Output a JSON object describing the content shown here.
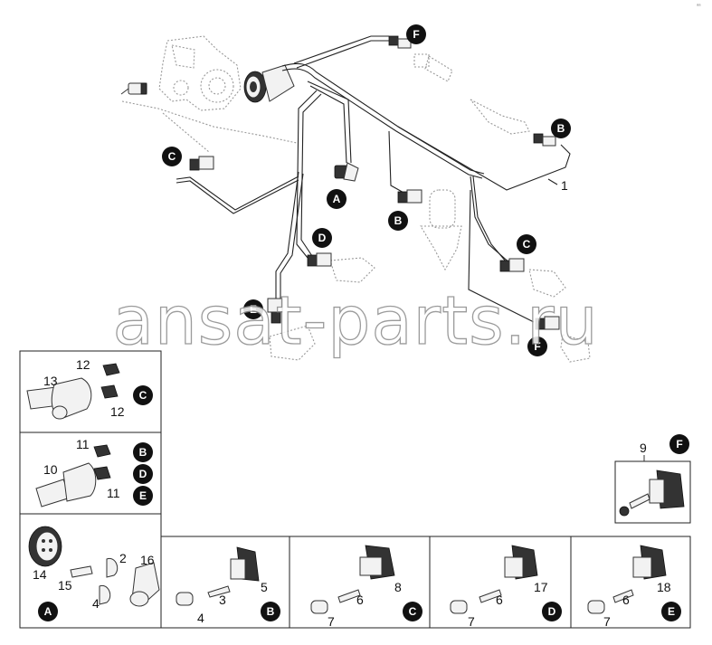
{
  "watermark": "ansat-parts.ru",
  "corner_mark": "ᵃᵃ",
  "callouts": {
    "main_harness": "1",
    "grommet_a": "2",
    "terminal_a": "15",
    "connector_a": "14",
    "seal_a": "4",
    "angle_a": "16",
    "elbow_c": "13",
    "clip_c_top": "12",
    "clip_c_bottom": "12",
    "boot_bde": "10",
    "clip_bde_top": "11",
    "clip_bde_bottom": "11",
    "b_seal": "4",
    "b_terminal": "3",
    "b_housing": "5",
    "c_seal": "7",
    "c_terminal": "6",
    "c_housing": "8",
    "d_seal": "7",
    "d_terminal": "6",
    "d_housing": "17",
    "e_seal": "7",
    "e_terminal": "6",
    "e_housing": "18",
    "f_housing": "9"
  },
  "badges": {
    "top_f": "F",
    "right_b": "B",
    "left_c": "C",
    "center_a": "A",
    "center_b": "B",
    "center_d": "D",
    "right_c": "C",
    "left_e": "E",
    "bottom_f": "F",
    "panel_c": "C",
    "panel_b": "B",
    "panel_d": "D",
    "panel_e": "E",
    "panel_a": "A",
    "box_b": "B",
    "box_c": "C",
    "box_d": "D",
    "box_e": "E",
    "box_f": "F"
  }
}
